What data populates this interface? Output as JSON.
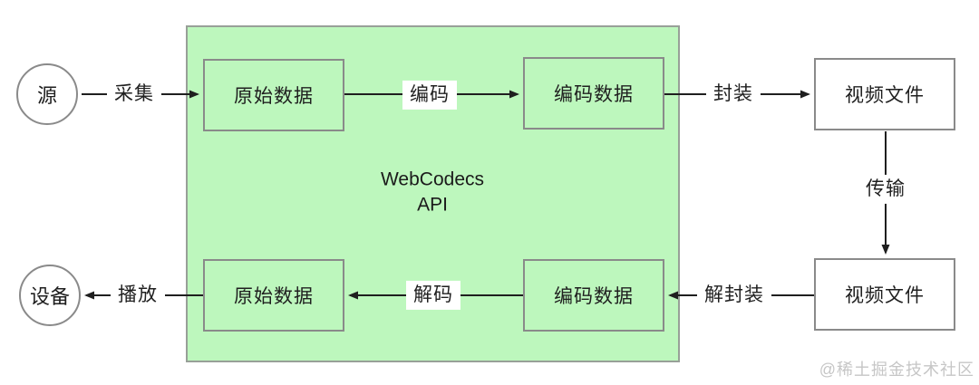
{
  "diagram": {
    "panel_title_line1": "WebCodecs",
    "panel_title_line2": "API",
    "nodes": {
      "source": "源",
      "device": "设备",
      "raw_top": "原始数据",
      "encoded_top": "编码数据",
      "video_top": "视频文件",
      "video_bottom": "视频文件",
      "encoded_bottom": "编码数据",
      "raw_bottom": "原始数据"
    },
    "edge_labels": {
      "capture": "采集",
      "encode": "编码",
      "mux": "封装",
      "transmit": "传输",
      "demux": "解封装",
      "decode": "解码",
      "play": "播放"
    },
    "colors": {
      "panel_fill": "#bdf7bd",
      "panel_border": "#98a098",
      "box_border": "#8a8a8a",
      "arrow": "#1f1f1f",
      "text": "#1f1f1f",
      "watermark": "#c6c6c6"
    },
    "watermark": "@稀土掘金技术社区"
  }
}
